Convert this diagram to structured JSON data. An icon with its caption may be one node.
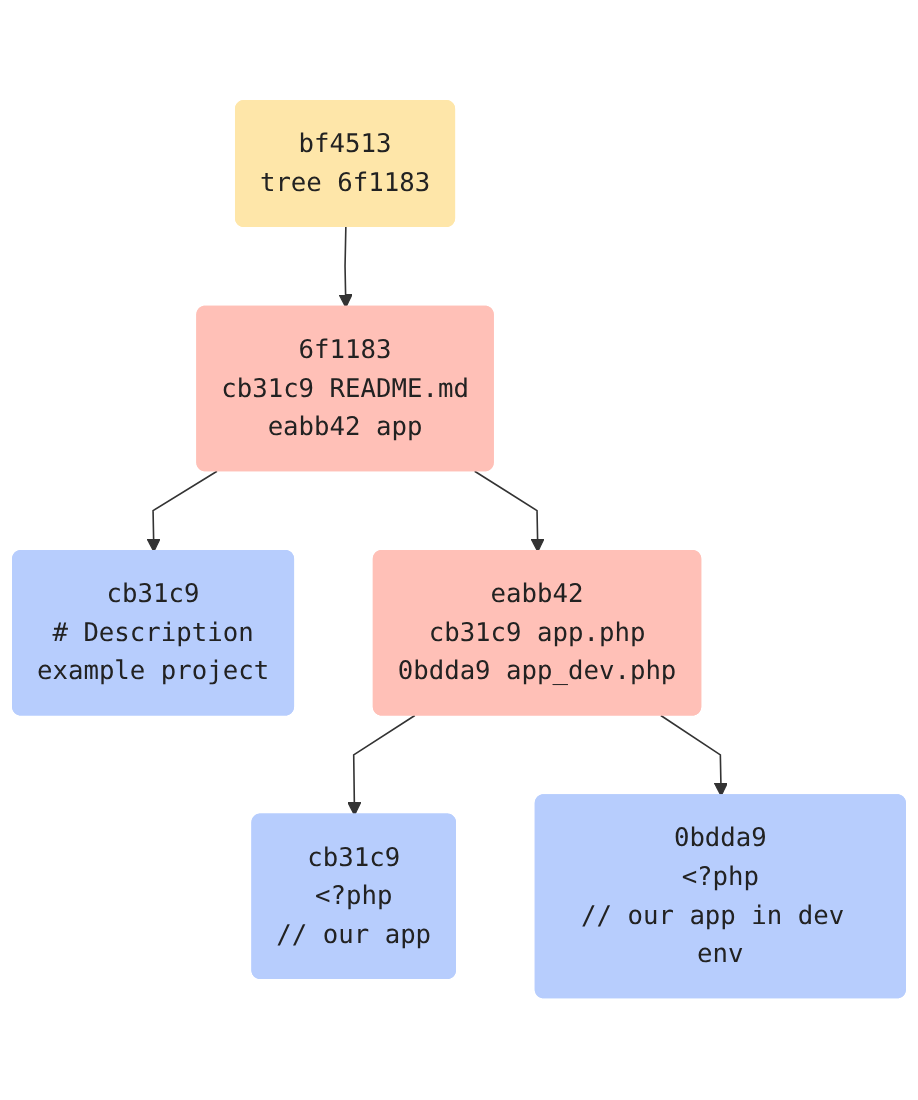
{
  "diagram": {
    "nodes": [
      {
        "text": [
          "bf4513",
          "tree 6f1183"
        ]
      },
      {
        "text": [
          "6f1183",
          "cb31c9 README.md",
          "eabb42 app"
        ]
      },
      {
        "text": [
          "cb31c9",
          "# Description",
          "example project"
        ]
      },
      {
        "text": [
          "eabb42",
          "cb31c9 app.php",
          "0bdda9 app_dev.php"
        ]
      },
      {
        "text": [
          "cb31c9",
          "<?php",
          "// our app"
        ]
      },
      {
        "text": [
          "0bdda9",
          "<?php",
          "// our app in dev env"
        ]
      }
    ],
    "edges": [
      {
        "from": 0,
        "to": 1,
        "arrow": "to"
      },
      {
        "from": 1,
        "to": 2,
        "arrow": "to"
      },
      {
        "from": 1,
        "to": 3,
        "arrow": "to"
      },
      {
        "from": 3,
        "to": 4,
        "arrow": "to"
      },
      {
        "from": 3,
        "to": 5,
        "arrow": "to"
      }
    ]
  }
}
